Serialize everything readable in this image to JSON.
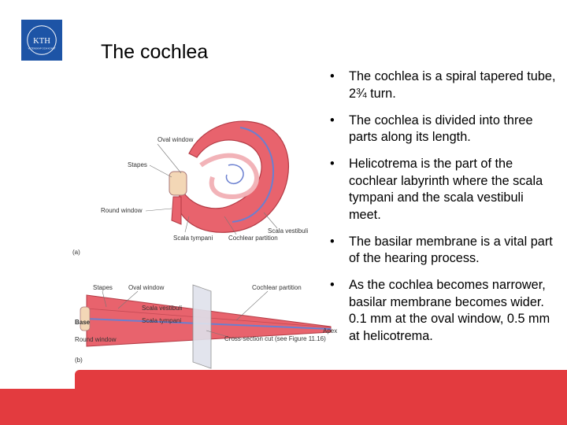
{
  "logo": {
    "text_top": "KTH",
    "text_sub": "VETENSKAP OCH KONST",
    "color": "#1d54a6"
  },
  "title": "The cochlea",
  "bullets": [
    "The cochlea is a spiral tapered tube, 2¾ turn.",
    "The cochlea is divided into three parts along its length.",
    "Helicotrema is the part of the cochlear labyrinth where the scala tympani and the scala vestibuli meet.",
    "The basilar membrane is a vital part of the hearing process.",
    "As the cochlea becomes narrower, basilar membrane becomes wider. 0.1 mm at the oval window, 0.5 mm at helicotrema."
  ],
  "bullet_symbol": "•",
  "figure": {
    "a": {
      "panel_label": "(a)",
      "oval_window": "Oval window",
      "stapes": "Stapes",
      "round_window": "Round window",
      "scala_tympani": "Scala tympani",
      "cochlear_partition": "Cochlear partition",
      "scala_vestibuli": "Scala vestibuli"
    },
    "b": {
      "panel_label": "(b)",
      "stapes": "Stapes",
      "oval_window": "Oval window",
      "cochlear_partition": "Cochlear partition",
      "scala_vestibuli": "Scala vestibuli",
      "scala_tympani": "Scala tympani",
      "base": "Base",
      "round_window": "Round window",
      "cross_section": "Cross-section cut (see Figure 11.16)",
      "apex": "Apex"
    }
  },
  "colors": {
    "accent_red": "#e33b3f",
    "cochlea_pink": "#e8636d",
    "membrane_blue": "#6a7fd0"
  }
}
